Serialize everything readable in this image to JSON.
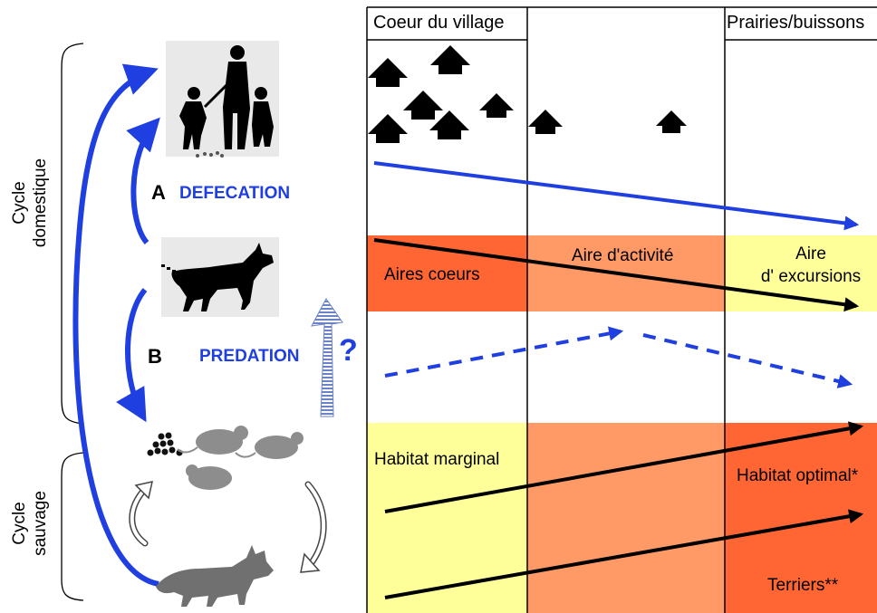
{
  "zones": {
    "village_core": "Coeur du village",
    "meadows": "Prairies/buissons"
  },
  "cycles": {
    "domestic": [
      "Cycle",
      "domestique"
    ],
    "wild": [
      "Cycle",
      "sauvage"
    ]
  },
  "transmission": {
    "a_letter": "A",
    "a_label": "DEFECATION",
    "b_letter": "B",
    "b_label": "PREDATION",
    "question": "?"
  },
  "dog_areas": {
    "core": "Aires coeurs",
    "activity": "Aire d'activité",
    "excursion": [
      "Aire",
      "d' excursions"
    ]
  },
  "habitats": {
    "marginal": "Habitat marginal",
    "optimal": "Habitat optimal*",
    "burrows": "Terriers**"
  },
  "colors": {
    "blue": "#1f3fe0",
    "dark_orange": "#ff6633",
    "light_orange": "#ff9966",
    "pale_yellow": "#ffff99"
  },
  "icons": [
    "house-icon",
    "family-silhouette-icon",
    "dog-silhouette-icon",
    "rodents-icon",
    "fox-icon",
    "feces-icon"
  ]
}
